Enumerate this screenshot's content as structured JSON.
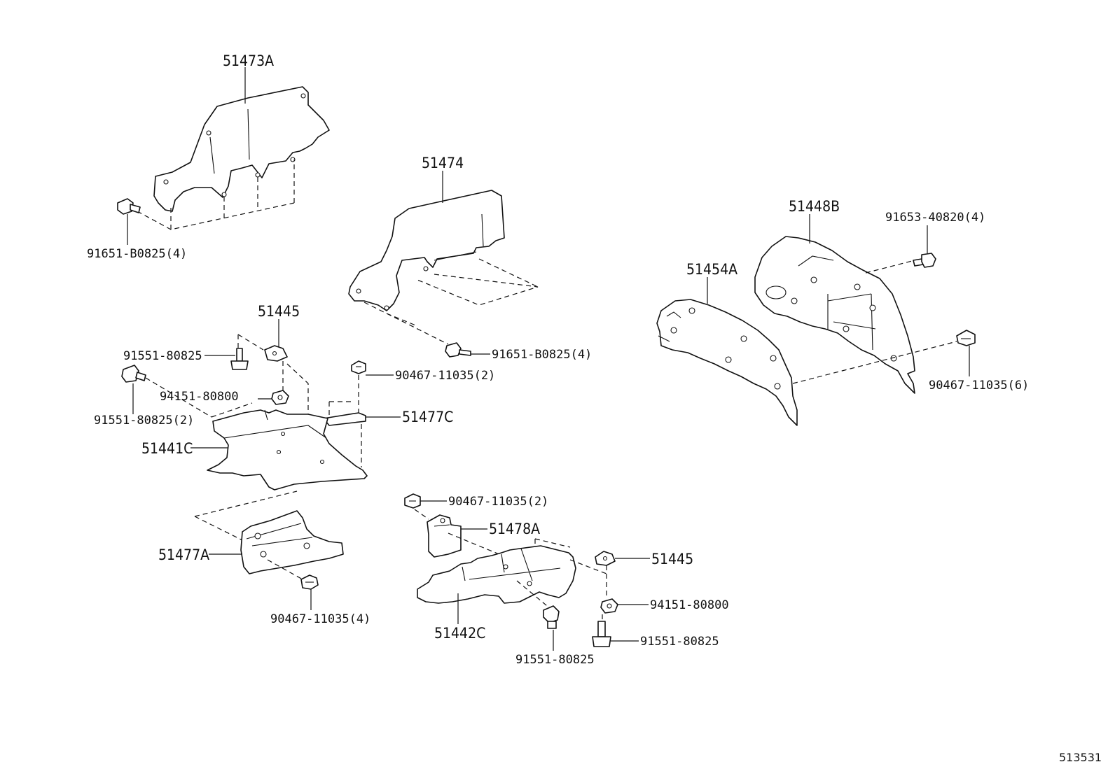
{
  "labels": {
    "p51473A": "51473A",
    "p91651_B0825_a": "91651-B0825(4)",
    "p51474": "51474",
    "p91651_B0825_b": "91651-B0825(4)",
    "p51445_a": "51445",
    "p91551_80825_a": "91551-80825",
    "p91551_80825_2": "91551-80825(2)",
    "p94151_80800_a": "94151-80800",
    "p90467_11035_2a": "90467-11035(2)",
    "p51477C": "51477C",
    "p51441C": "51441C",
    "p51477A": "51477A",
    "p90467_11035_4": "90467-11035(4)",
    "p90467_11035_2b": "90467-11035(2)",
    "p51478A": "51478A",
    "p51445_b": "51445",
    "p94151_80800_b": "94151-80800",
    "p91551_80825_b": "91551-80825",
    "p51442C": "51442C",
    "p91551_80825_c": "91551-80825",
    "p51448B": "51448B",
    "p91653_40820": "91653-40820(4)",
    "p51454A": "51454A",
    "p90467_11035_6": "90467-11035(6)"
  },
  "diagram_code": "513531"
}
